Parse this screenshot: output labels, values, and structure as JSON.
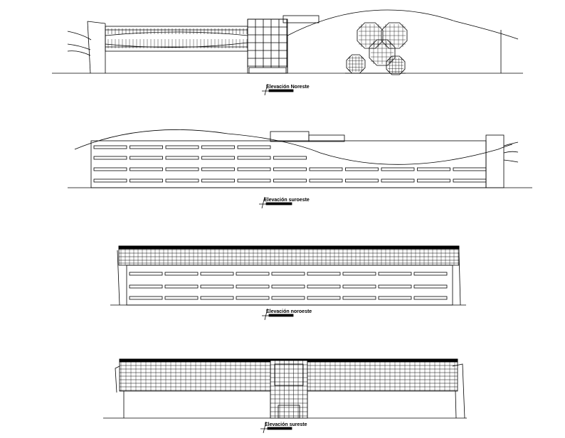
{
  "sheet": {
    "stroke_color": "#000000",
    "background_color": "#ffffff"
  },
  "elevations": [
    {
      "id": "noreste",
      "label": "Elevación Noreste"
    },
    {
      "id": "suroeste",
      "label": "Elevación suroeste"
    },
    {
      "id": "noroeste",
      "label": "Elevación noroeste"
    },
    {
      "id": "sureste",
      "label": "Elevación sureste"
    }
  ]
}
